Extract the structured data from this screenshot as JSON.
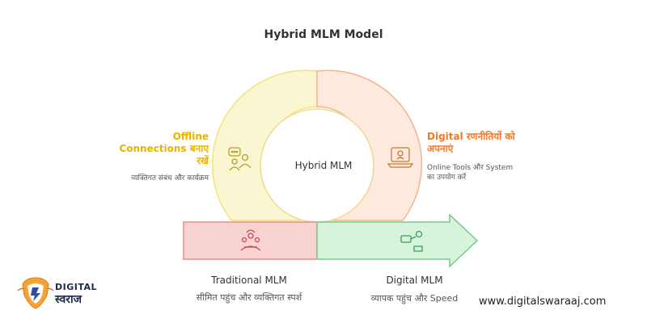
{
  "title": "Hybrid MLM Model",
  "center_label": "Hybrid MLM",
  "offline": {
    "heading": "Offline Connections बनाए रखें",
    "description": "व्यक्तिगत संबंध और कार्यक्रम"
  },
  "digital_strategy": {
    "heading": "Digital रणनीतियों को अपनाएं",
    "description": "Online Tools और System का उपयोग करें"
  },
  "traditional": {
    "label": "Traditional MLM",
    "description": "सीमित पहुंच और व्यक्तिगत स्पर्श"
  },
  "digital": {
    "label": "Digital MLM",
    "description": "व्यापक पहुंच और Speed"
  },
  "branding": {
    "logo_top": "DIGITAL",
    "logo_bottom": "स्वराज",
    "website": "www.digitalswaraaj.com"
  },
  "colors": {
    "offline_fill": "#fbf6d2",
    "offline_stroke": "#f3e27a",
    "digital_fill": "#fde9dd",
    "digital_stroke": "#f5b48a",
    "traditional_fill": "#f9d2d2",
    "traditional_stroke": "#e98b8b",
    "arrow_fill": "#d6f3dc",
    "arrow_stroke": "#76c98c"
  }
}
